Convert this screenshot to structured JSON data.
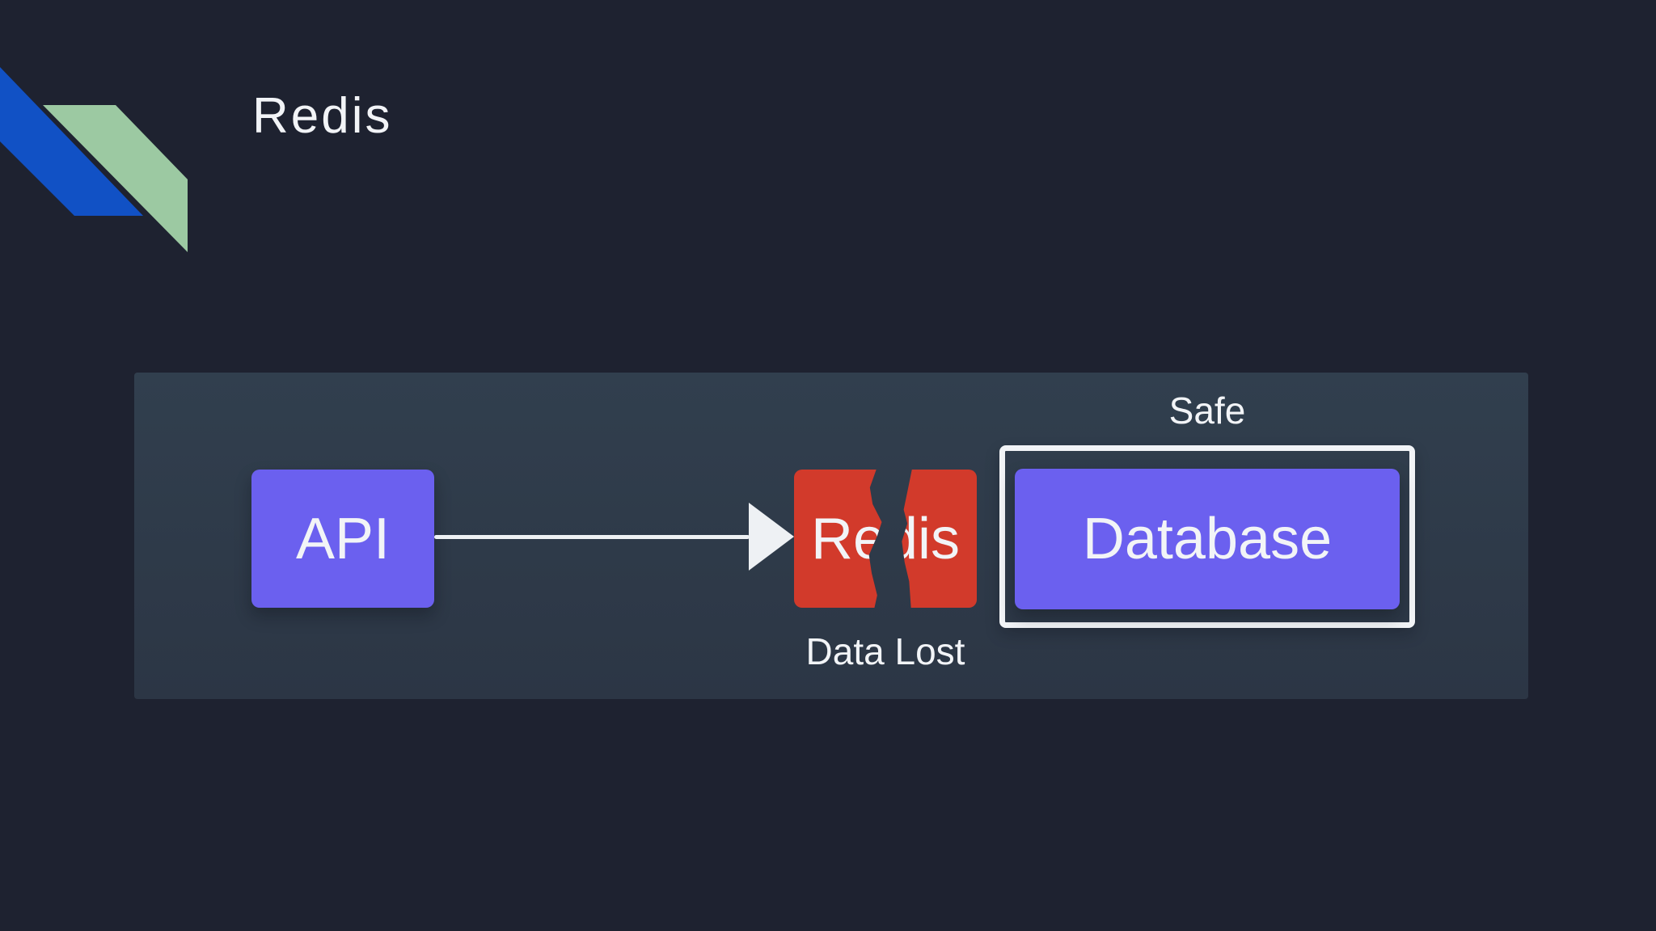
{
  "slide": {
    "title": "Redis"
  },
  "diagram": {
    "api": {
      "label": "API"
    },
    "redis": {
      "label": "Redis",
      "caption": "Data Lost"
    },
    "database": {
      "label": "Database",
      "caption": "Safe"
    }
  },
  "decor": {
    "shapes": [
      "blue-ribbon",
      "green-ribbon"
    ]
  },
  "colors": {
    "background": "#1e2230",
    "panel": "#2e3a48",
    "node_purple": "#6b60ef",
    "node_red": "#d23a2b",
    "ribbon_blue": "#1151c5",
    "ribbon_green": "#9cc9a2",
    "text_light": "#f2f4f7",
    "arrow": "#eef1f4"
  }
}
